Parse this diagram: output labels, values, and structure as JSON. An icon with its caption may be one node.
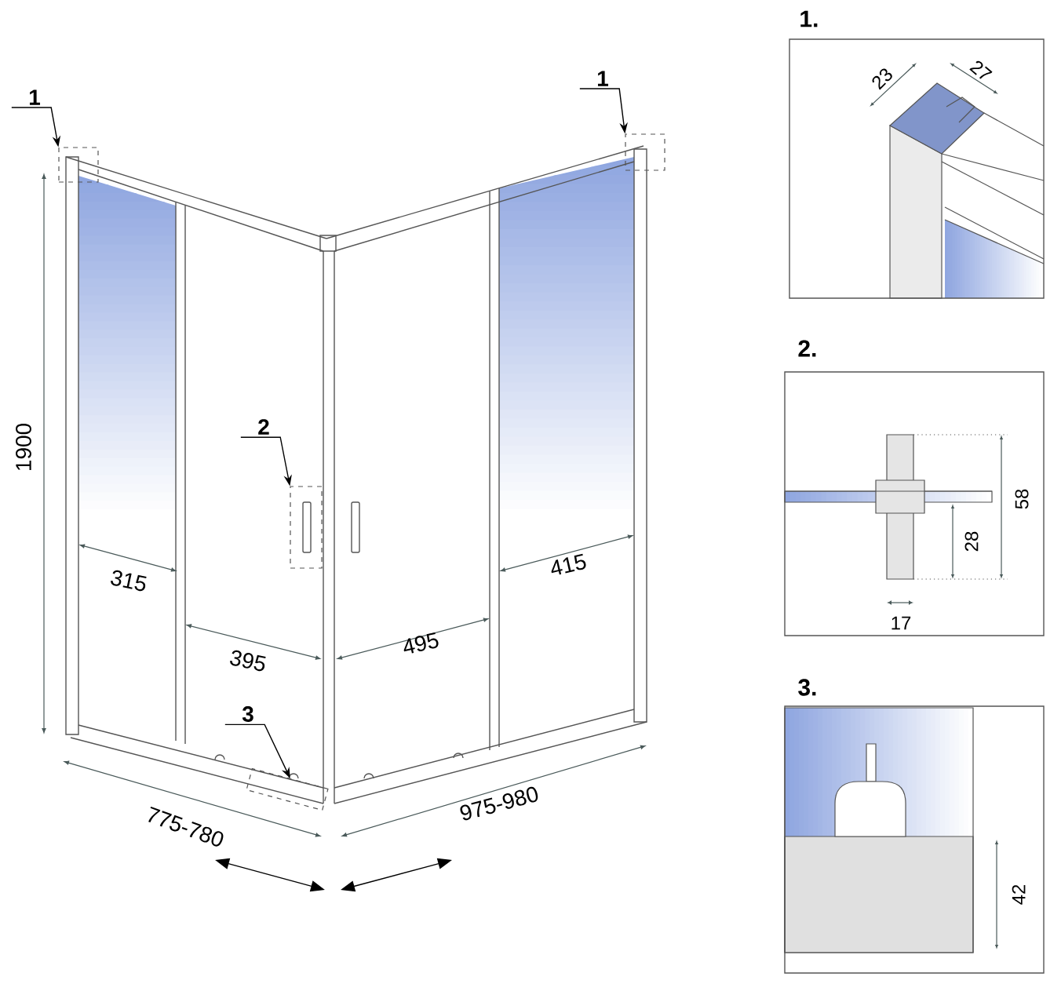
{
  "diagram": {
    "nodes": [
      {
        "text": [
          "1"
        ]
      },
      {
        "text": [],
        "shape": "box"
      },
      {
        "text": [
          "1"
        ]
      },
      {
        "text": [],
        "shape": "box"
      },
      {
        "text": [
          "2"
        ]
      },
      {
        "text": [],
        "shape": "box"
      },
      {
        "text": [
          "3"
        ]
      },
      {
        "text": [],
        "shape": "box"
      },
      {
        "text": [
          "1."
        ]
      },
      {
        "text": [
          "2."
        ]
      },
      {
        "text": [
          "3."
        ]
      }
    ],
    "edges": [
      {
        "from": 0,
        "to": 1,
        "arrow": "to"
      },
      {
        "from": 2,
        "to": 3,
        "arrow": "to"
      },
      {
        "from": 4,
        "to": 5,
        "arrow": "to"
      },
      {
        "from": 6,
        "to": 7,
        "arrow": "to"
      }
    ],
    "labels": [
      "1900",
      "315",
      "395",
      "495",
      "415",
      "775-780",
      "975-980",
      "23",
      "27",
      "58",
      "28",
      "17",
      "42"
    ]
  }
}
